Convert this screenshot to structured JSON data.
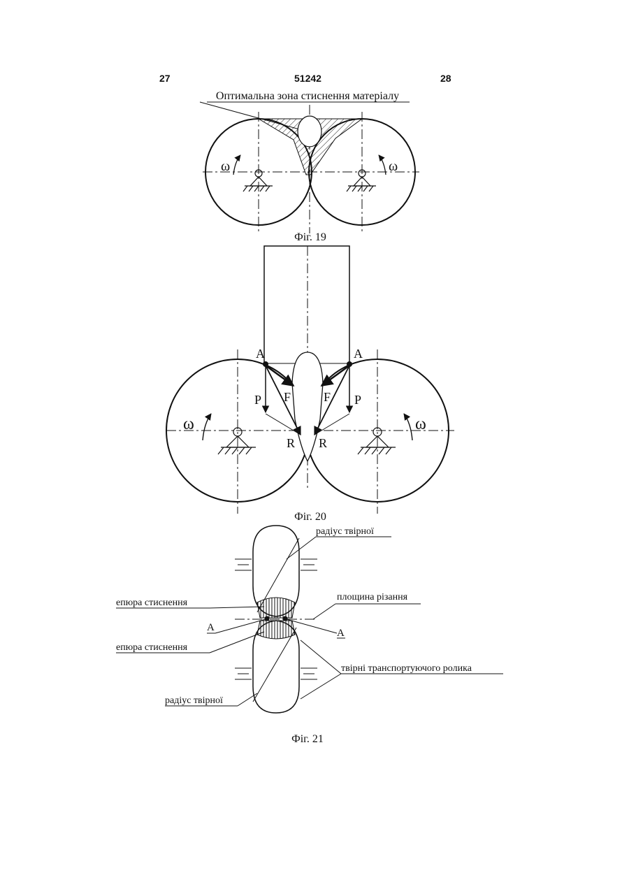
{
  "header": {
    "page_left": "27",
    "patent_number": "51242",
    "page_right": "28"
  },
  "fig19": {
    "title": "Оптимальна зона стиснення матеріалу",
    "omega_left": "ω",
    "omega_right": "ω",
    "caption": "Фіг. 19"
  },
  "fig20": {
    "point_left": "A",
    "point_right": "A",
    "force_p_left": "P",
    "force_p_right": "P",
    "force_f_left": "F",
    "force_f_right": "F",
    "force_r_left": "R",
    "force_r_right": "R",
    "omega_left": "ω",
    "omega_right": "ω",
    "caption": "Фіг. 20"
  },
  "fig21": {
    "label_radius_top": "радіус твірної",
    "label_stress_upper": "епюра стиснення",
    "label_cut_plane": "площина різання",
    "label_point_left": "A",
    "label_point_right": "A",
    "label_stress_lower": "епюра стиснення",
    "label_generatrices": "твірні транспортуючого ролика",
    "label_radius_bottom": "радіус твірної",
    "caption": "Фіг. 21"
  }
}
